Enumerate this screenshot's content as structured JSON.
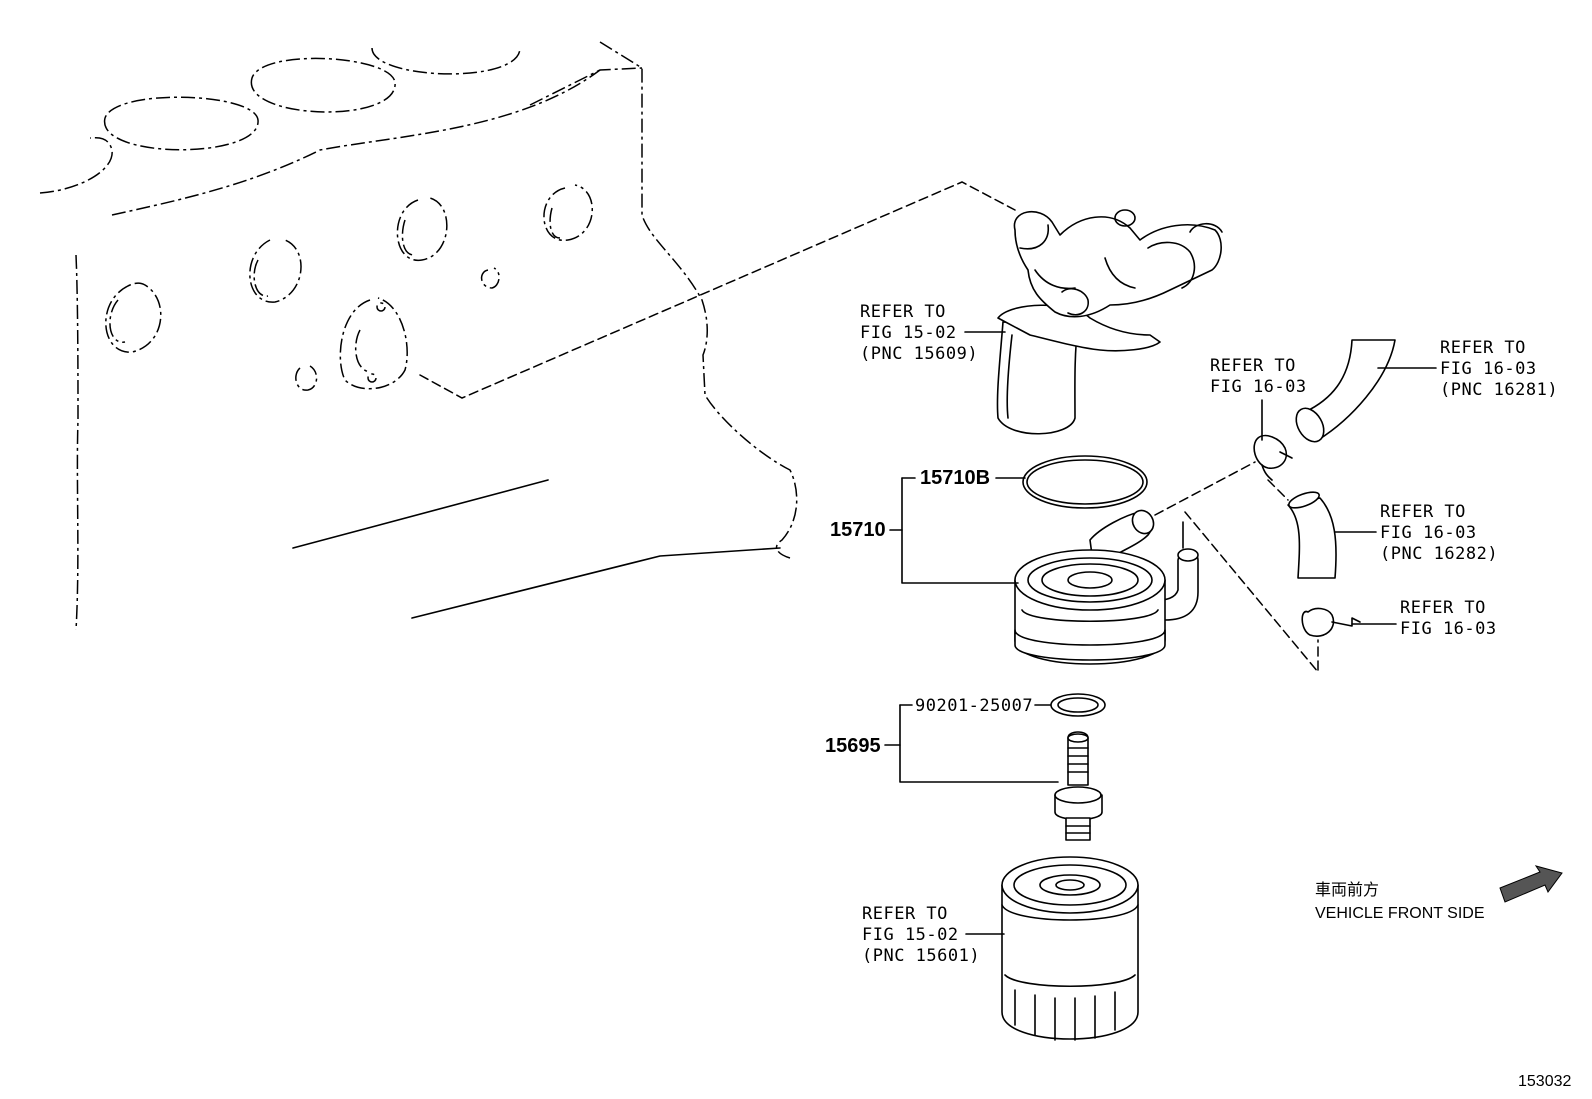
{
  "parts": {
    "oil_cooler_assy": "15710",
    "gasket": "15710B",
    "union_kit": "15695",
    "union_gasket": "90201-25007"
  },
  "refers": {
    "housing": [
      "REFER TO",
      "FIG 15-02",
      "(PNC 15609)"
    ],
    "hose_upper_clamp": [
      "REFER TO",
      "FIG 16-03"
    ],
    "hose_upper": [
      "REFER TO",
      "FIG 16-03",
      "(PNC 16281)"
    ],
    "hose_lower": [
      "REFER TO",
      "FIG 16-03",
      "(PNC 16282)"
    ],
    "hose_lower_clamp": [
      "REFER TO",
      "FIG 16-03"
    ],
    "filter": [
      "REFER TO",
      "FIG 15-02",
      "(PNC 15601)"
    ]
  },
  "direction": {
    "label_jp": "車両前方",
    "label_en": "VEHICLE FRONT SIDE"
  },
  "figure_id": "153032"
}
